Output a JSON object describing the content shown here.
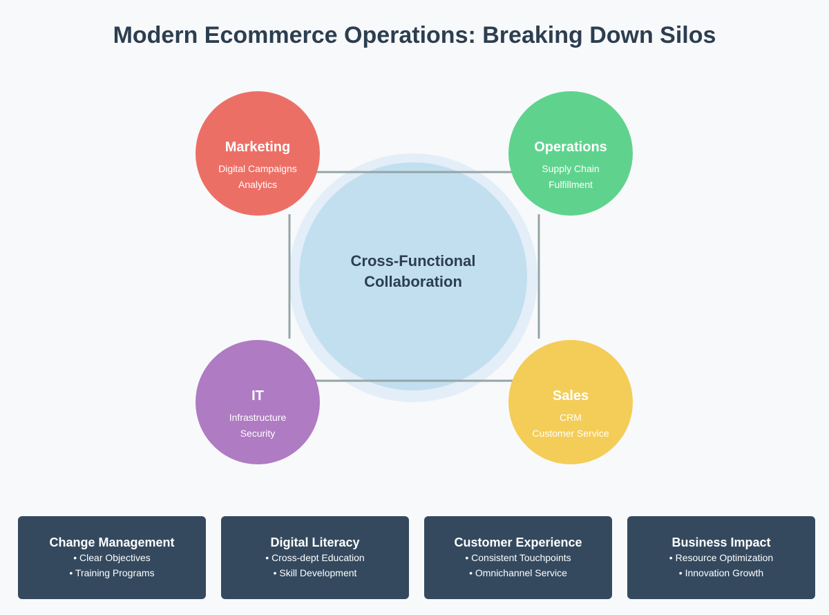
{
  "title": "Modern Ecommerce Operations: Breaking Down Silos",
  "center": {
    "line1": "Cross-Functional",
    "line2": "Collaboration",
    "color": "#c2dff0",
    "halo": "#e3eef8"
  },
  "departments": [
    {
      "name": "Marketing",
      "items": [
        "Digital Campaigns",
        "Analytics"
      ],
      "color": "#ec6f66"
    },
    {
      "name": "Operations",
      "items": [
        "Supply Chain",
        "Fulfillment"
      ],
      "color": "#5fd38d"
    },
    {
      "name": "IT",
      "items": [
        "Infrastructure",
        "Security"
      ],
      "color": "#af7bc2"
    },
    {
      "name": "Sales",
      "items": [
        "CRM",
        "Customer Service"
      ],
      "color": "#f3cd58"
    }
  ],
  "cards": [
    {
      "title": "Change Management",
      "items": [
        "• Clear Objectives",
        "• Training Programs"
      ]
    },
    {
      "title": "Digital Literacy",
      "items": [
        "• Cross-dept Education",
        "• Skill Development"
      ]
    },
    {
      "title": "Customer Experience",
      "items": [
        "• Consistent Touchpoints",
        "• Omnichannel Service"
      ]
    },
    {
      "title": "Business Impact",
      "items": [
        "• Resource Optimization",
        "• Innovation Growth"
      ]
    }
  ]
}
